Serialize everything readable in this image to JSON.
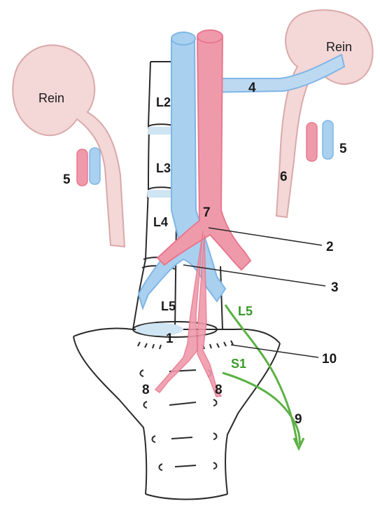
{
  "labels": {
    "rein_left": "Rein",
    "rein_right": "Rein",
    "vertebrae": {
      "l2": "L2",
      "l3": "L3",
      "l4": "L4",
      "l5": "L5"
    },
    "nerves": {
      "l5": "L5",
      "s1": "S1"
    },
    "numbers": {
      "n1": "1",
      "n2": "2",
      "n3": "3",
      "n4": "4",
      "n5_left": "5",
      "n5_right": "5",
      "n6": "6",
      "n7": "7",
      "n8_left": "8",
      "n8_right": "8",
      "n9": "9",
      "n10": "10"
    }
  },
  "colors": {
    "artery": "#e8788e",
    "vein": "#7fb6e6",
    "nerve": "#58b341",
    "kidney": "#f2c9c9",
    "outline": "#2a2a2a",
    "ureter": "#e7b5b5"
  }
}
